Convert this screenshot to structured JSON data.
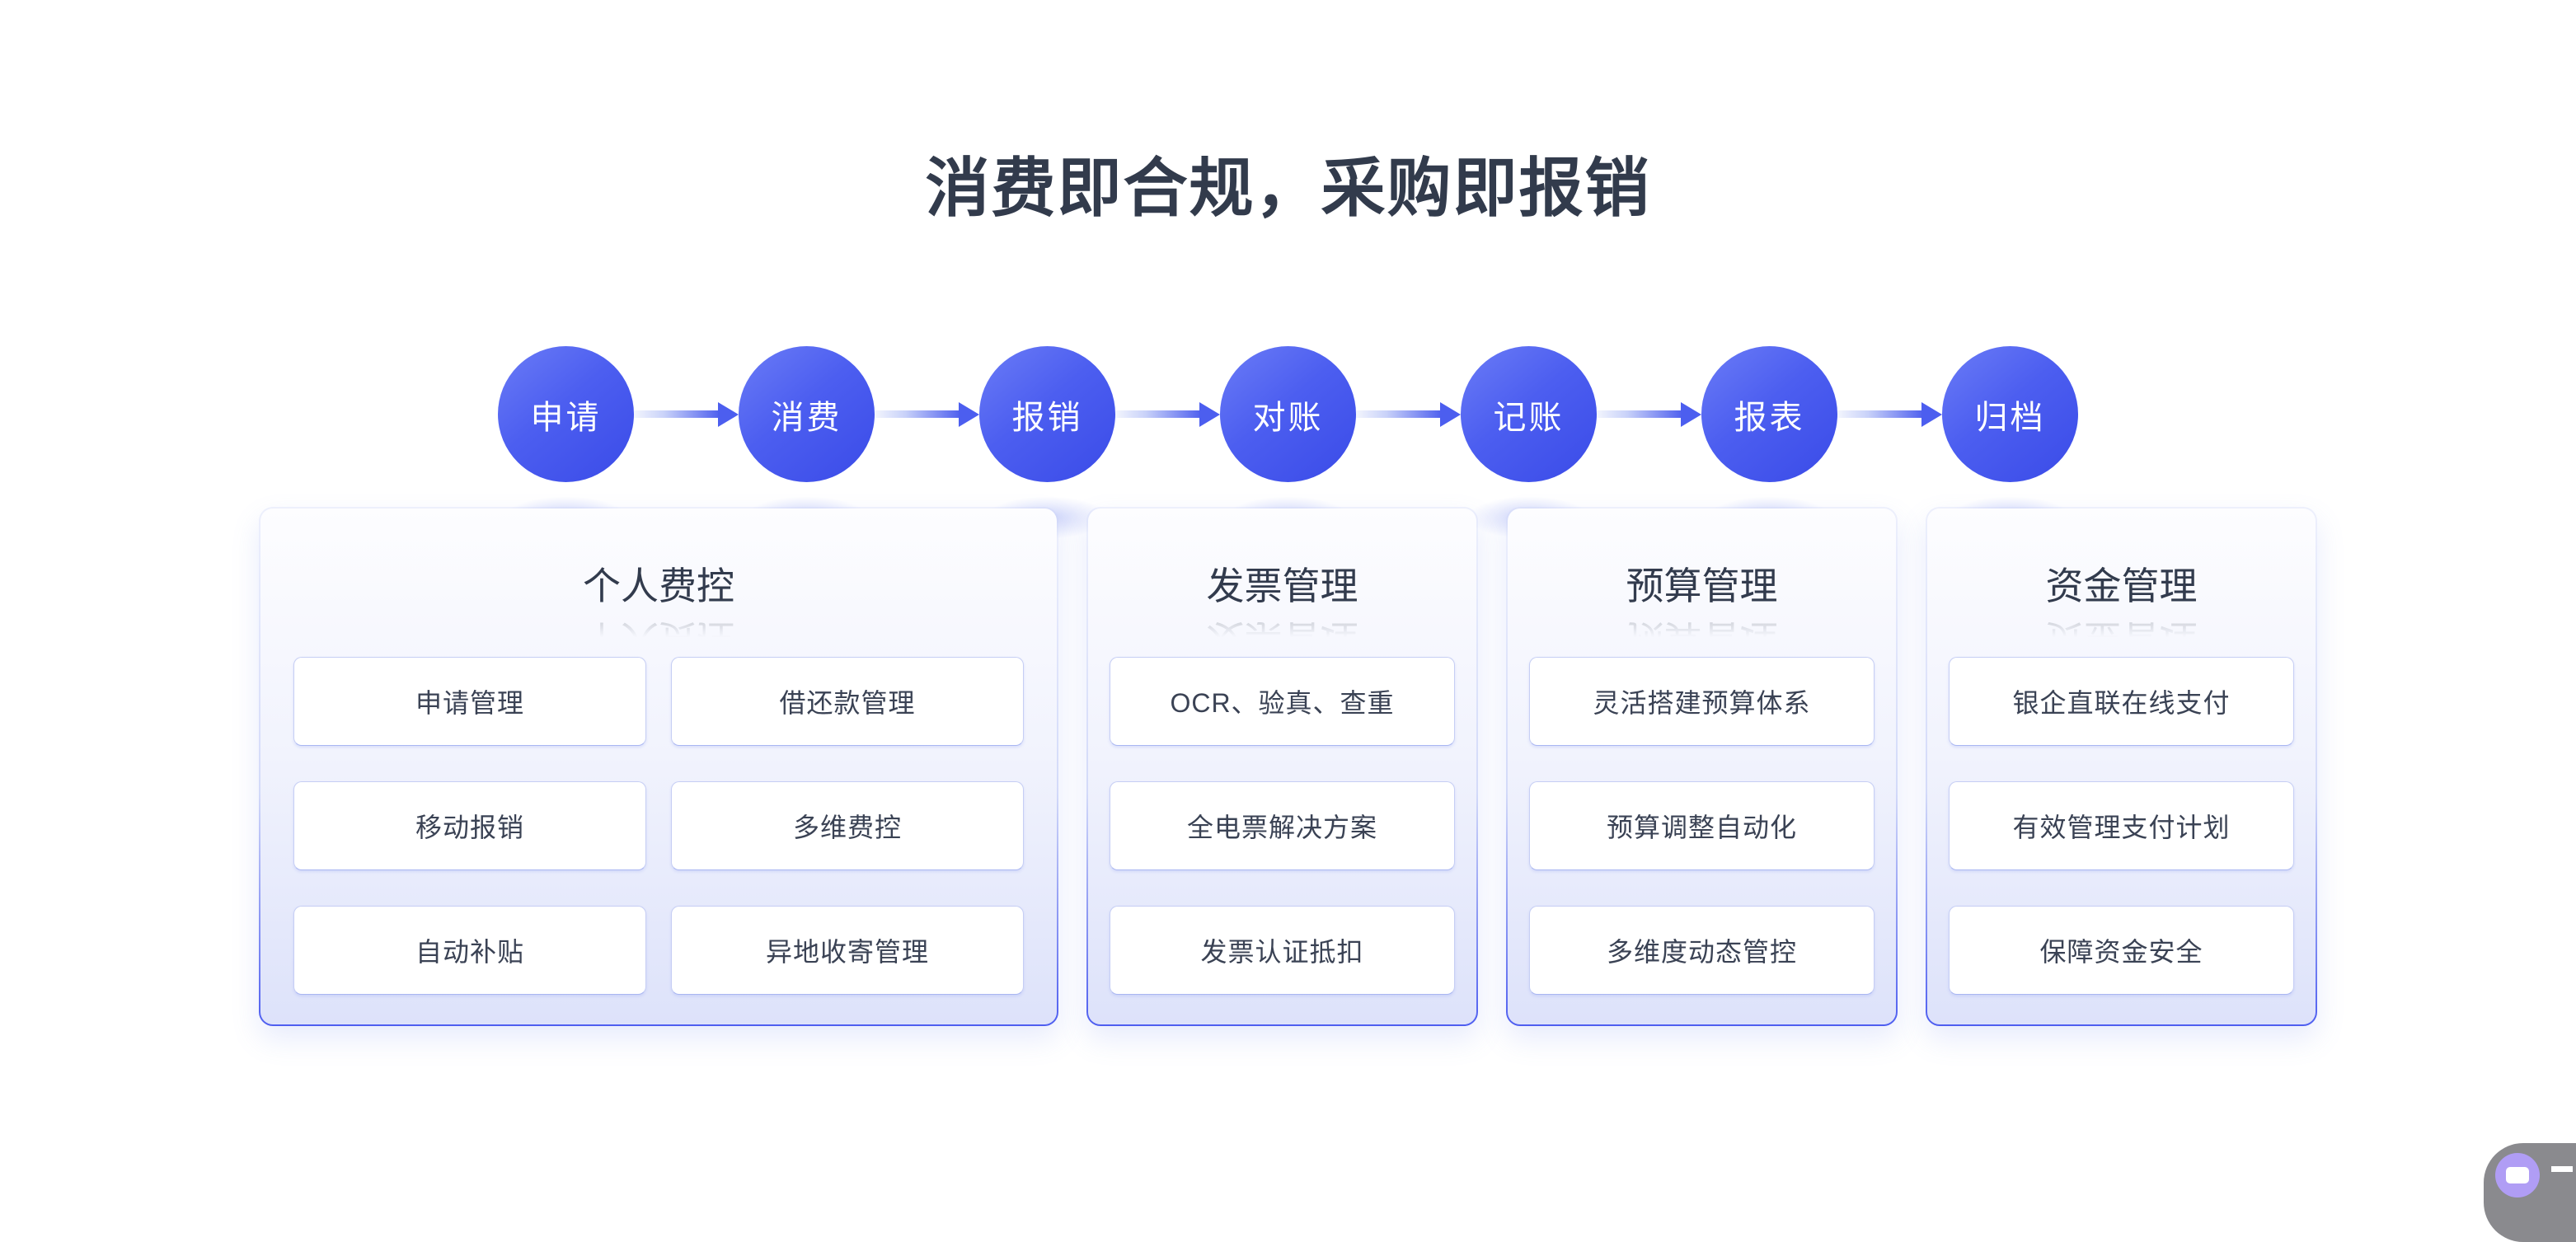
{
  "title": "消费即合规，采购即报销",
  "flow": {
    "steps": [
      "申请",
      "消费",
      "报销",
      "对账",
      "记账",
      "报表",
      "归档"
    ]
  },
  "cards": [
    {
      "title": "个人费控",
      "items": [
        "申请管理",
        "借还款管理",
        "移动报销",
        "多维费控",
        "自动补贴",
        "异地收寄管理"
      ]
    },
    {
      "title": "发票管理",
      "items": [
        "OCR、验真、查重",
        "全电票解决方案",
        "发票认证抵扣"
      ]
    },
    {
      "title": "预算管理",
      "items": [
        "灵活搭建预算体系",
        "预算调整自动化",
        "多维度动态管控"
      ]
    },
    {
      "title": "资金管理",
      "items": [
        "银企直联在线支付",
        "有效管理支付计划",
        "保障资金安全"
      ]
    }
  ],
  "colors": {
    "accent_blue": "#4c5eef",
    "circle_gradient_start": "#6b7cf6",
    "circle_gradient_end": "#3a4be8",
    "title_text": "#323b4c",
    "card_bg_bottom": "#dde2fa",
    "button_border": "#c6cef4",
    "widget_gray": "#8a8a8e",
    "widget_purple": "#b09df5"
  }
}
